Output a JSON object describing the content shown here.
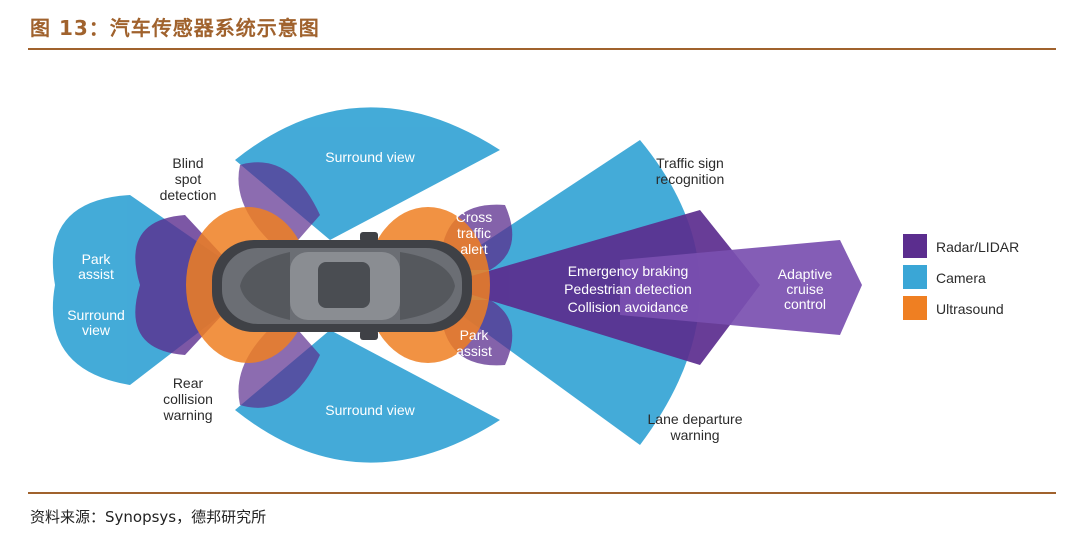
{
  "figure": {
    "title": "图 13：汽车传感器系统示意图",
    "source": "资料来源：Synopsys，德邦研究所"
  },
  "colors": {
    "radar": "#5b2d8e",
    "camera": "#3aa6d6",
    "ultrasound": "#ef7f22",
    "title_brown": "#a0622d"
  },
  "diagram": {
    "labels": {
      "surround_view_top": "Surround view",
      "surround_view_bottom": "Surround view",
      "blind_spot": [
        "Blind",
        "spot",
        "detection"
      ],
      "park_assist_rear": [
        "Park",
        "assist"
      ],
      "surround_view_rear": [
        "Surround",
        "view"
      ],
      "rear_collision": [
        "Rear",
        "collision",
        "warning"
      ],
      "cross_traffic": [
        "Cross",
        "traffic",
        "alert"
      ],
      "park_assist_front": [
        "Park",
        "assist"
      ],
      "traffic_sign": [
        "Traffic sign",
        "recognition"
      ],
      "front_center": [
        "Emergency braking",
        "Pedestrian detection",
        "Collision avoidance"
      ],
      "adaptive_cruise": [
        "Adaptive",
        "cruise",
        "control"
      ],
      "lane_departure": [
        "Lane departure",
        "warning"
      ]
    },
    "legend": [
      {
        "label": "Radar/LIDAR",
        "color": "#5b2d8e"
      },
      {
        "label": "Camera",
        "color": "#3aa6d6"
      },
      {
        "label": "Ultrasound",
        "color": "#ef7f22"
      }
    ],
    "car_icon": "car-top-view-icon"
  }
}
